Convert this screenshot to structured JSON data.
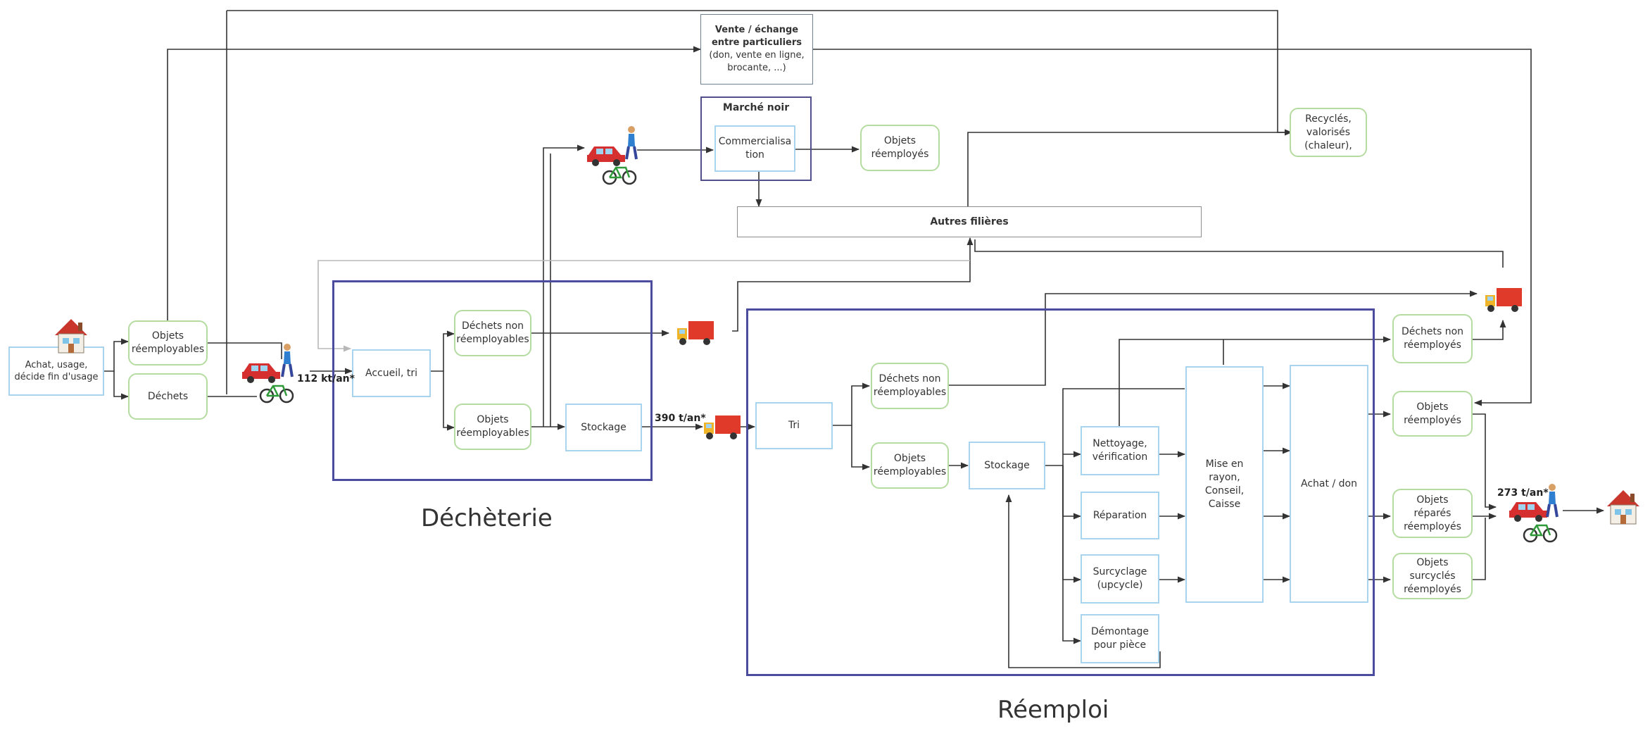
{
  "nodes": {
    "achat": "Achat, usage, décide fin d'usage",
    "objets_reemployables_1": "Objets réemployables",
    "dechets_1": "Déchets",
    "vente_echange_title": "Vente / échange entre particuliers",
    "vente_echange_sub": "(don, vente en ligne, brocante, ...)",
    "marche_noir": "Marché noir",
    "commercialisation": "Commercialisa tion",
    "objets_reemployes_top": "Objets réemployés",
    "recycles": "Recyclés, valorisés (chaleur),",
    "autres_filieres": "Autres filières",
    "accueil_tri": "Accueil, tri",
    "dechets_non_reemp_dech": "Déchets non réemployables",
    "objets_reemp_dech": "Objets réemployables",
    "stockage_dech": "Stockage",
    "tri": "Tri",
    "dechets_non_reemp_reemploi": "Déchets non réemployables",
    "objets_reemp_reemploi": "Objets réemployables",
    "stockage_reemploi": "Stockage",
    "nettoyage": "Nettoyage, vérification",
    "reparation": "Réparation",
    "surcyclage": "Surcyclage (upcycle)",
    "demontage": "Démontage pour pièce",
    "mise_en_rayon": "Mise en rayon, Conseil, Caisse",
    "achat_don": "Achat / don",
    "dechets_non_reemployes": "Déchets non réemployés",
    "objets_reemployes_out": "Objets réemployés",
    "objets_repares": "Objets réparés réemployés",
    "objets_surcycles": "Objets surcyclés réemployés"
  },
  "flows": {
    "flow_112": "112 kt/an*",
    "flow_390": "390 t/an*",
    "flow_273": "273 t/an*"
  },
  "titles": {
    "decheterie": "Déchèterie",
    "reemploi": "Réemploi"
  },
  "icons": [
    "house-icon",
    "car-icon",
    "bicycle-icon",
    "person-walking-icon",
    "truck-icon"
  ],
  "colors": {
    "frame": "#4b4c9e",
    "blue_box": "#a8d4f0",
    "green_box": "#b5dca0",
    "wire": "#333333",
    "wire_light": "#b8b8b8"
  }
}
